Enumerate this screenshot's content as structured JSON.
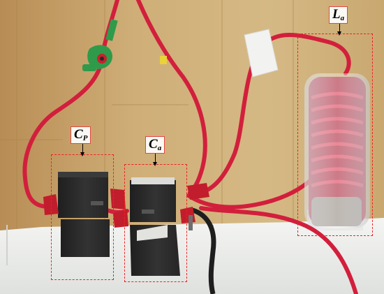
{
  "labels": {
    "cp": {
      "main": "C",
      "sub": "P"
    },
    "ca": {
      "main": "C",
      "sub": "a"
    },
    "la": {
      "main": "L",
      "sub": "a"
    }
  },
  "colors": {
    "wall": "#c9a66f",
    "foam": "#eef0ee",
    "cable": "#d21f3c",
    "capacitor": "#2b2b2b",
    "box_outline": "#ee2222"
  },
  "icons": {
    "arrow": "down-arrow-icon"
  }
}
